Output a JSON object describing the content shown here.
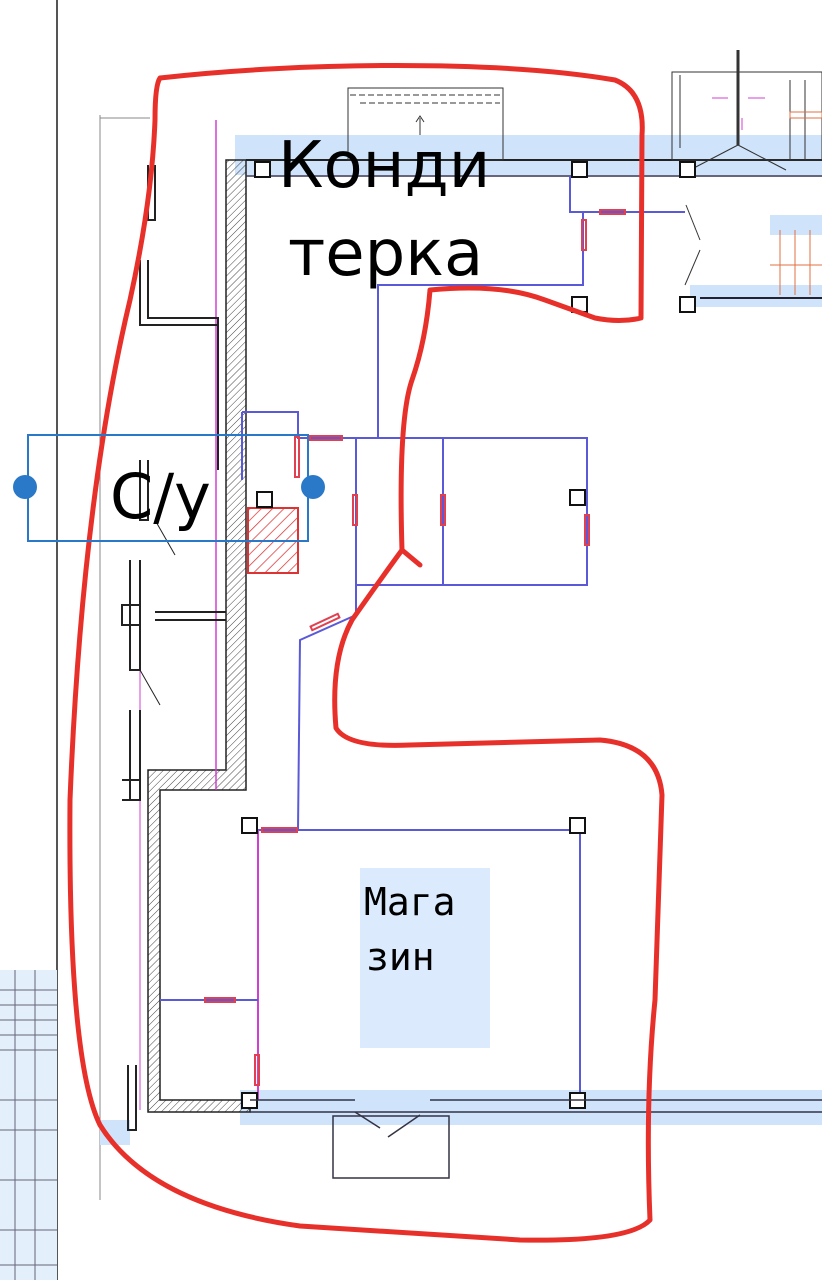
{
  "labels": {
    "confectionery_line1": "Конди",
    "confectionery_line2": "терка",
    "bathroom": "С/у",
    "shop_line1": "Мага",
    "shop_line2": "зин"
  },
  "colors": {
    "annotation": "#e8302a",
    "selection": "#2a78c8",
    "wall": "#222222",
    "partition": "#5a5ad8",
    "glazing": "#d040d0",
    "highlight": "#cfe3fb"
  }
}
